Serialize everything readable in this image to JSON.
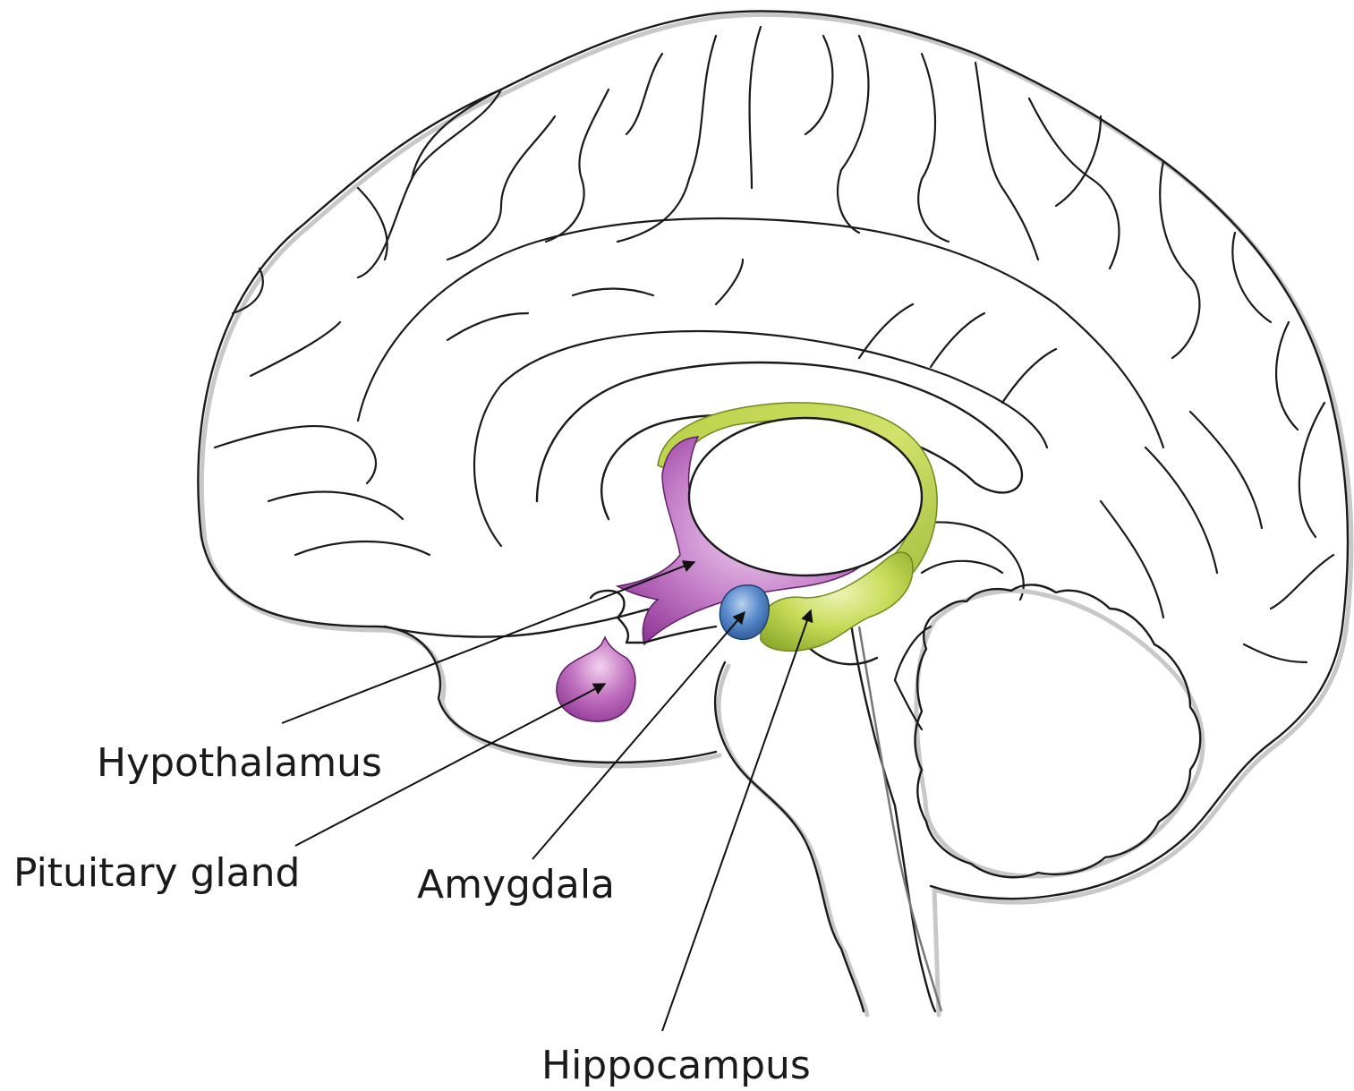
{
  "labels": {
    "hypothalamus": "Hypothalamus",
    "pituitary": "Pituitary gland",
    "amygdala": "Amygdala",
    "hippocampus": "Hippocampus"
  },
  "colors": {
    "hypothalamus": "#9b3fa0",
    "pituitary": "#a84aa8",
    "amygdala": "#3e6fb0",
    "hippocampus": "#a9c43a",
    "limbic_ring": "#b8cf45"
  }
}
